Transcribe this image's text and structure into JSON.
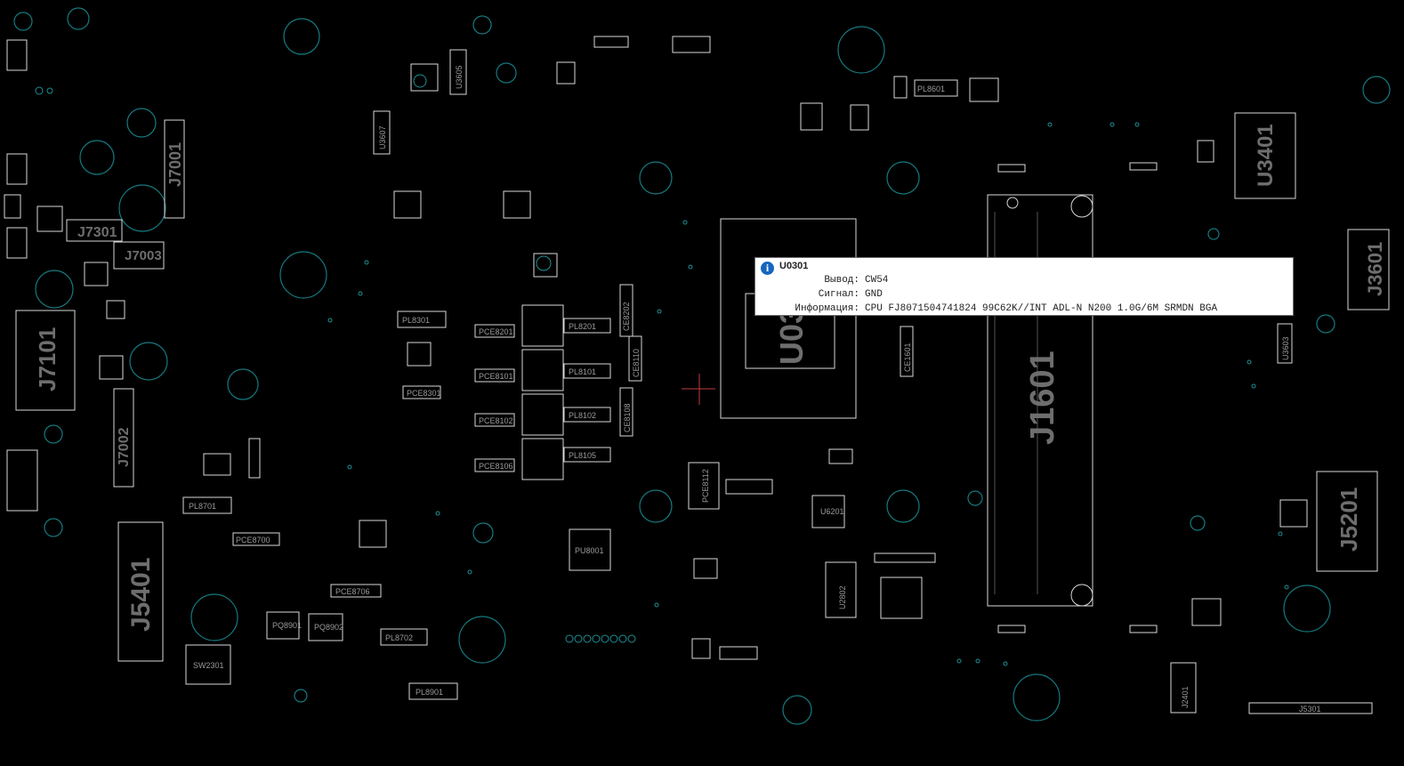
{
  "board_labels": {
    "j7001": "J7001",
    "j7301": "J7301",
    "j7003": "J7003",
    "j7101": "J7101",
    "j7002": "J7002",
    "j5401": "J5401",
    "sw2301": "SW2301",
    "pl8701": "PL8701",
    "pce8700": "PCE8700",
    "pce8706": "PCE8706",
    "pl8702": "PL8702",
    "pl8901": "PL8901",
    "pq8901": "PQ8901",
    "pq8902": "PQ8902",
    "pl8301": "PL8301",
    "pce8301": "PCE8301",
    "pce8201": "PCE8201",
    "pce8101": "PCE8101",
    "pce8102": "PCE8102",
    "pce8106": "PCE8106",
    "pl8201": "PL8201",
    "pl8101": "PL8101",
    "pl8102": "PL8102",
    "pl8105": "PL8105",
    "pu8001": "PU8001",
    "u3605": "U3605",
    "u3607": "U3607",
    "pl8601": "PL8601",
    "u0301": "U03",
    "j1601": "J1601",
    "u3401": "U3401",
    "j3601": "J3601",
    "j5201": "J5201",
    "j5301": "J5301",
    "j2401": "J2401",
    "u2802": "U2802",
    "pce8112": "PCE8112",
    "u6201": "U6201",
    "ce1601": "CE1601",
    "u3603": "U3603",
    "ce8110": "CE8110",
    "ce8108": "CE8108",
    "ce8202": "CE8202"
  },
  "tooltip": {
    "icon": "info-icon",
    "title": "U0301",
    "pin_label": "Вывод:",
    "pin_value": "CW54",
    "signal_label": "Сигнал:",
    "signal_value": "GND",
    "info_label": "Информация:",
    "info_value": "CPU FJ8071504741824 99C62K//INT ADL-N N200 1.0G/6M SRMDN BGA"
  }
}
